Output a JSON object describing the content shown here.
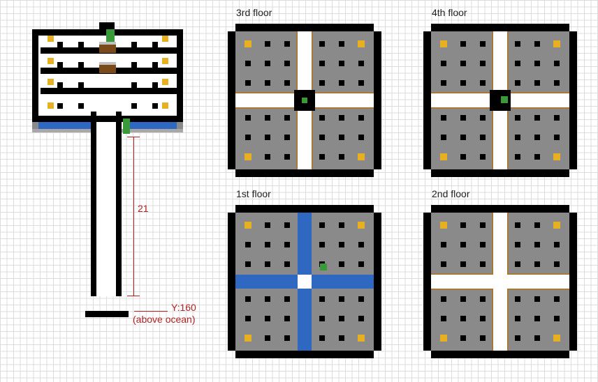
{
  "floors": [
    {
      "id": "3rd",
      "label": "3rd floor",
      "path": "white",
      "center": "black",
      "marker": "center"
    },
    {
      "id": "4th",
      "label": "4th floor",
      "path": "white",
      "center": "black",
      "marker": "center-small"
    },
    {
      "id": "1st",
      "label": "1st floor",
      "path": "blue",
      "center": "white",
      "marker": "side"
    },
    {
      "id": "2nd",
      "label": "2nd floor",
      "path": "white",
      "center": "white",
      "marker": "none"
    }
  ],
  "elevation": {
    "height_label": "21",
    "y_label": "Y:160",
    "note_label": "(above ocean)"
  },
  "colors": {
    "floor": "#8a8a8a",
    "wall": "#000000",
    "pillar": "#000000",
    "torch": "#e8b020",
    "water": "#2f68c0",
    "path": "#ffffff",
    "edge": "#b0701a",
    "marker": "#3a9a3a",
    "dirt": "#7a4a1a",
    "measure": "#b22222"
  }
}
